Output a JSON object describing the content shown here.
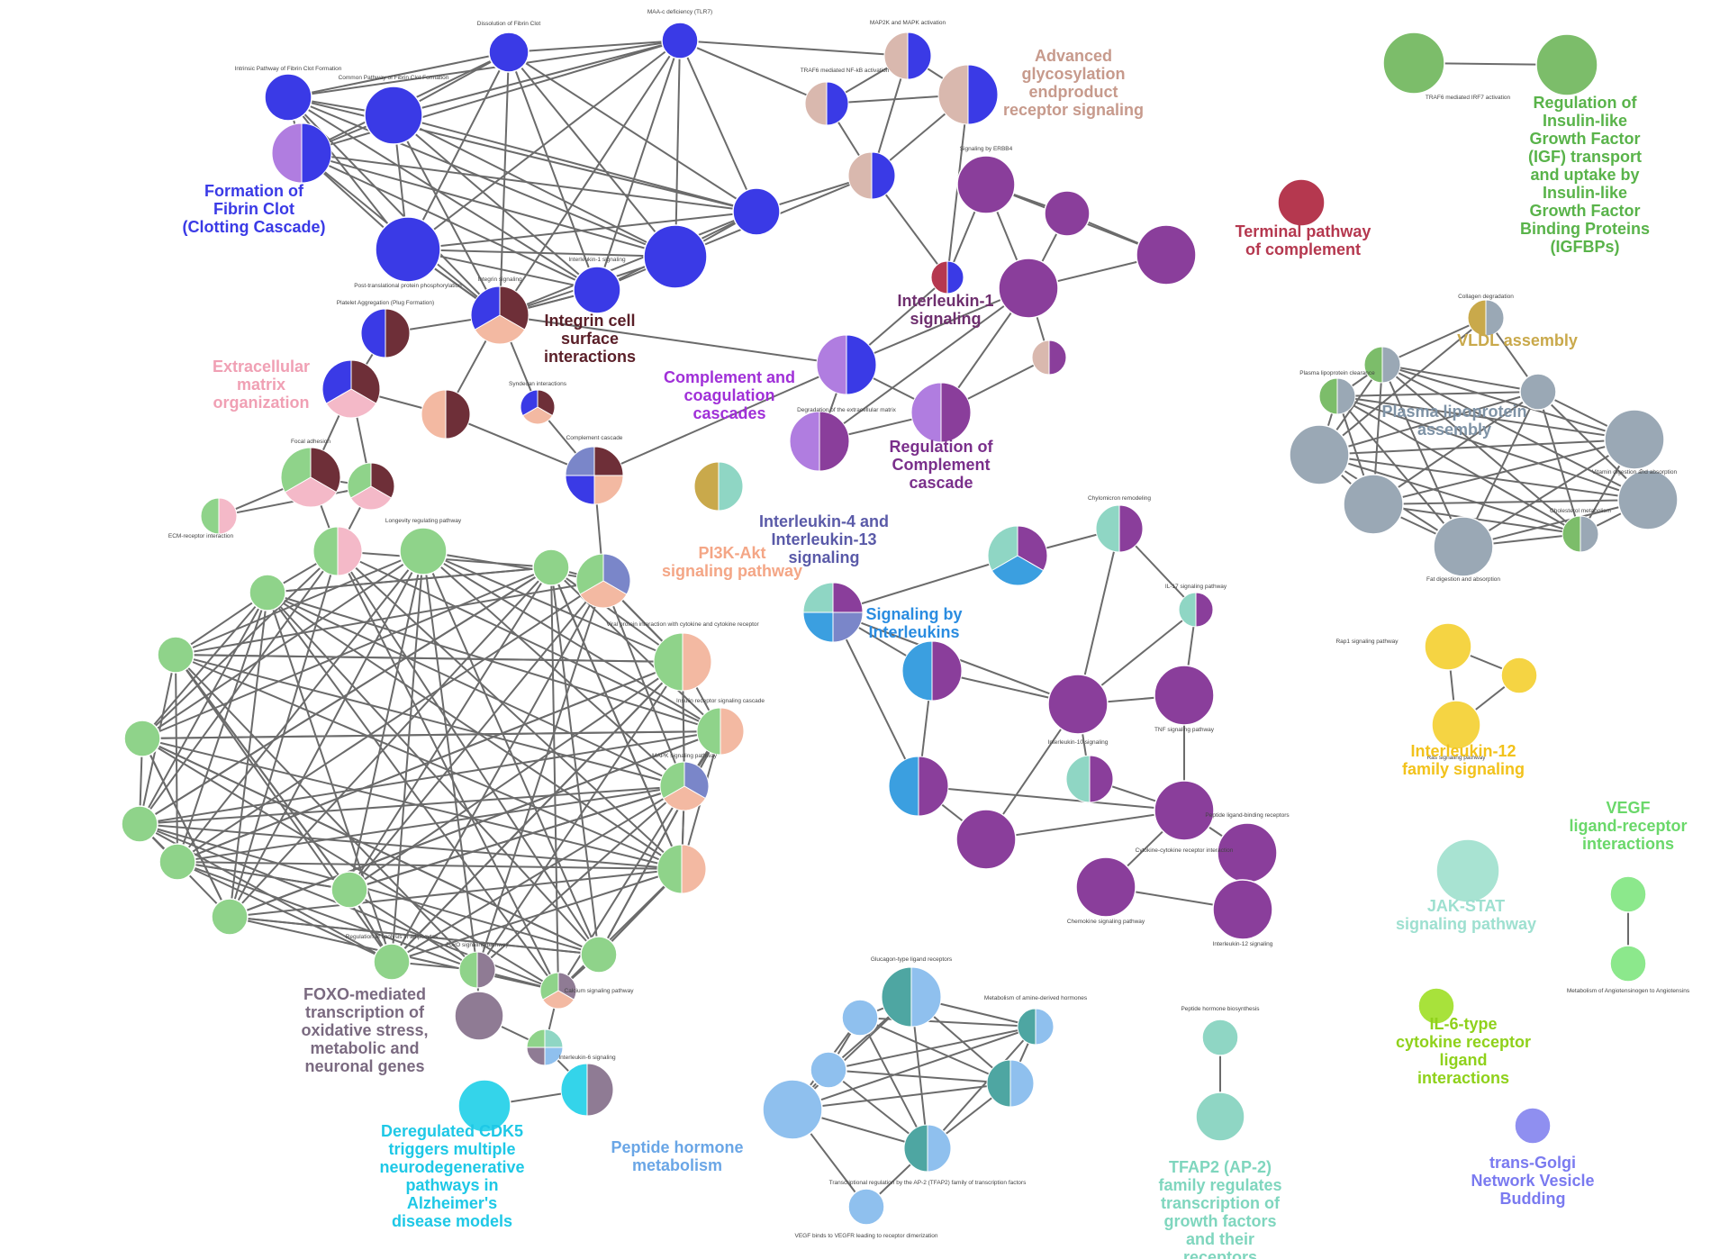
{
  "colors": {
    "blue": "#3a3ae6",
    "lavender": "#b07de0",
    "rose": "#d9b8ae",
    "maroon": "#6e2f38",
    "salmon": "#f3b9a2",
    "pink": "#f4b9c8",
    "purple": "#8a3e9b",
    "crimson": "#b5384f",
    "green": "#8fd38a",
    "darkgreen": "#7cbd6a",
    "slate": "#9aa8b5",
    "gold": "#c9a94b",
    "yellow": "#f5d443",
    "teal": "#8fd6c4",
    "tealdark": "#4ea6a2",
    "skyblue": "#3b9fe0",
    "slateblue": "#7a86c9",
    "mauve": "#8f7b94",
    "cyan": "#34d4ea",
    "lightblue": "#8fc0ee",
    "lime": "#a8e23b",
    "indigo": "#8f8ff0",
    "mint": "#a8e3d2",
    "brightgreen": "#8ce88c"
  },
  "clusters": [
    {
      "label": "Formation of\nFibrin Clot\n(Clotting Cascade)",
      "color": "#3a3ae6"
    },
    {
      "label": "Advanced\nglycosylation\nendproduct\nreceptor signaling",
      "color": "#c79a8c"
    },
    {
      "label": "Regulation of\nInsulin-like\nGrowth Factor\n(IGF) transport\nand uptake by\nInsulin-like\nGrowth Factor\nBinding Proteins\n(IGFBPs)",
      "color": "#59b34a"
    },
    {
      "label": "Terminal pathway\nof complement",
      "color": "#b5384f"
    },
    {
      "label": "Interleukin-1\nsignaling",
      "color": "#6e2f6e"
    },
    {
      "label": "Integrin cell\nsurface\ninteractions",
      "color": "#5a1f28"
    },
    {
      "label": "Extracellular\nmatrix\norganization",
      "color": "#f0a0b4"
    },
    {
      "label": "Complement and\ncoagulation\ncascades",
      "color": "#a030d8"
    },
    {
      "label": "Regulation of\nComplement\ncascade",
      "color": "#7a2f8b"
    },
    {
      "label": "VLDL assembly",
      "color": "#c9a94b"
    },
    {
      "label": "Plasma lipoprotein\nassembly",
      "color": "#7f93a6"
    },
    {
      "label": "Interleukin-4 and\nInterleukin-13\nsignaling",
      "color": "#5a5aa8"
    },
    {
      "label": "Signaling by\nInterleukins",
      "color": "#2a8ce0"
    },
    {
      "label": "PI3K-Akt\nsignaling pathway",
      "color": "#f4a686"
    },
    {
      "label": "Interleukin-12\nfamily signaling",
      "color": "#f2c21b"
    },
    {
      "label": "VEGF\nligand-receptor\ninteractions",
      "color": "#6ad86a"
    },
    {
      "label": "JAK-STAT\nsignaling pathway",
      "color": "#9ee0d0"
    },
    {
      "label": "FOXO-mediated\ntranscription of\noxidative stress,\nmetabolic and\nneuronal genes",
      "color": "#7a6a80"
    },
    {
      "label": "IL-6-type\ncytokine receptor\nligand\ninteractions",
      "color": "#8fd11b"
    },
    {
      "label": "TFAP2 (AP-2)\nfamily regulates\ntranscription of\ngrowth factors\nand their\nreceptors",
      "color": "#7fd6be"
    },
    {
      "label": "Deregulated CDK5\ntriggers multiple\nneurodegenerative\npathways in\nAlzheimer's\ndisease models",
      "color": "#1ec8e6"
    },
    {
      "label": "Peptide hormone\nmetabolism",
      "color": "#6aa6e6"
    },
    {
      "label": "trans-Golgi\nNetwork Vesicle\nBudding",
      "color": "#7a7af0"
    }
  ],
  "node_labels": [
    "Intrinsic Pathway of Fibrin Clot Formation",
    "Common Pathway of Fibrin Clot Formation",
    "Dissolution of Fibrin Clot",
    "MAA-c deficiency (TLR7)",
    "MAP2K and MAPK activation",
    "TRAF6 mediated NF-kB activation",
    "TRAF6 mediated IRF7 activation",
    "Post-translational protein phosphorylation",
    "Signaling by ERBB4",
    "Interleukin-1 signaling",
    "Integrin signaling",
    "Platelet Aggregation (Plug Formation)",
    "Syndecan interactions",
    "Degradation of the extracellular matrix",
    "Complement cascade",
    "Focal adhesion",
    "ECM-receptor interaction",
    "Collagen degradation",
    "Plasma lipoprotein clearance",
    "Fat digestion and absorption",
    "Cholesterol metabolism",
    "Vitamin digestion and absorption",
    "Chylomicron remodeling",
    "IL-17 signaling pathway",
    "Interleukin-10 signaling",
    "TNF signaling pathway",
    "Cytokine-cytokine receptor interaction",
    "Chemokine signaling pathway",
    "Peptide ligand-binding receptors",
    "Interleukin-12 signaling",
    "Viral protein interaction with cytokine and cytokine receptor",
    "Insulin receptor signaling cascade",
    "MAPK signaling pathway",
    "Rap1 signaling pathway",
    "Ras signaling pathway",
    "Peptide hormone biosynthesis",
    "Metabolism of Angiotensinogen to Angiotensins",
    "Glucagon-type ligand receptors",
    "Metabolism of amine-derived hormones",
    "Transcriptional regulation by the AP-2 (TFAP2) family of transcription factors",
    "VEGF binds to VEGFR leading to receptor dimerization",
    "Interleukin-6 signaling",
    "FoxO signaling pathway",
    "Longevity regulating pathway",
    "Calcium signaling pathway",
    "Regulation of lipolysis in adipocytes"
  ]
}
